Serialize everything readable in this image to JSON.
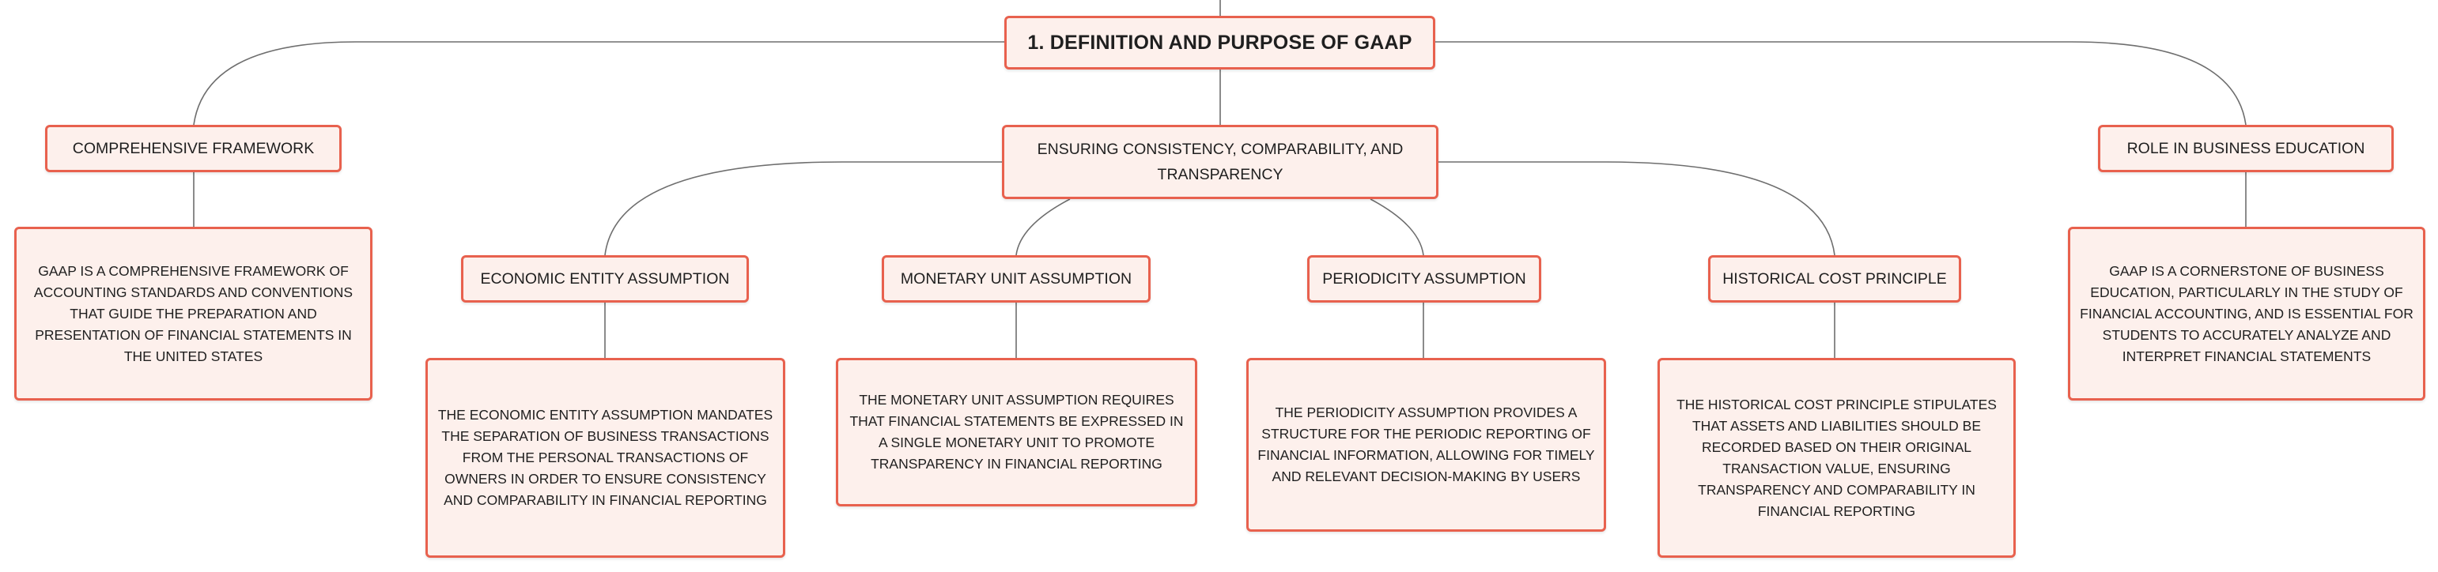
{
  "colors": {
    "node_fill": "#fdf0ec",
    "node_border": "#e8614e",
    "connector": "#6e6e6e",
    "text": "#1f1f1f"
  },
  "root": {
    "title": "1. DEFINITION AND PURPOSE OF GAAP"
  },
  "branches": {
    "comprehensive_framework": {
      "label": "COMPREHENSIVE FRAMEWORK",
      "detail": "GAAP IS A COMPREHENSIVE FRAMEWORK OF ACCOUNTING STANDARDS AND CONVENTIONS THAT GUIDE THE PREPARATION AND PRESENTATION OF FINANCIAL STATEMENTS IN THE UNITED STATES"
    },
    "ensuring_consistency": {
      "label": "ENSURING CONSISTENCY, COMPARABILITY, AND TRANSPARENCY",
      "children": {
        "economic_entity": {
          "label": "ECONOMIC ENTITY ASSUMPTION",
          "detail": "THE ECONOMIC ENTITY ASSUMPTION MANDATES THE SEPARATION OF BUSINESS TRANSACTIONS FROM THE PERSONAL TRANSACTIONS OF OWNERS IN ORDER TO ENSURE CONSISTENCY AND COMPARABILITY IN FINANCIAL REPORTING"
        },
        "monetary_unit": {
          "label": "MONETARY UNIT ASSUMPTION",
          "detail": "THE MONETARY UNIT ASSUMPTION REQUIRES THAT FINANCIAL STATEMENTS BE EXPRESSED IN A SINGLE MONETARY UNIT TO PROMOTE TRANSPARENCY IN FINANCIAL REPORTING"
        },
        "periodicity": {
          "label": "PERIODICITY ASSUMPTION",
          "detail": "THE PERIODICITY ASSUMPTION PROVIDES A STRUCTURE FOR THE PERIODIC REPORTING OF FINANCIAL INFORMATION, ALLOWING FOR TIMELY AND RELEVANT DECISION-MAKING BY USERS"
        },
        "historical_cost": {
          "label": "HISTORICAL COST PRINCIPLE",
          "detail": "THE HISTORICAL COST PRINCIPLE STIPULATES THAT ASSETS AND LIABILITIES SHOULD BE RECORDED BASED ON THEIR ORIGINAL TRANSACTION VALUE, ENSURING TRANSPARENCY AND COMPARABILITY IN FINANCIAL REPORTING"
        }
      }
    },
    "role_in_business_education": {
      "label": "ROLE IN BUSINESS EDUCATION",
      "detail": "GAAP IS A CORNERSTONE OF BUSINESS EDUCATION, PARTICULARLY IN THE STUDY OF FINANCIAL ACCOUNTING, AND IS ESSENTIAL FOR STUDENTS TO ACCURATELY ANALYZE AND INTERPRET FINANCIAL STATEMENTS"
    }
  }
}
